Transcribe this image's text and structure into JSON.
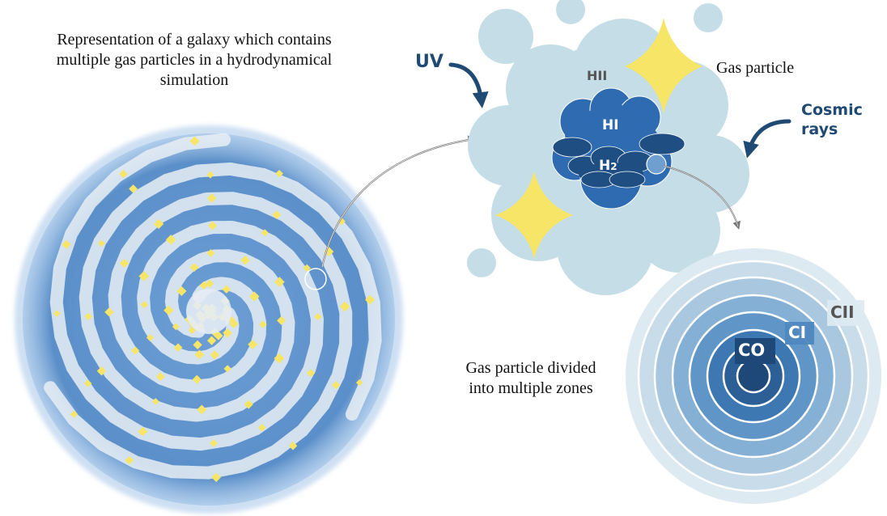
{
  "galaxy": {
    "caption": "Representation of a galaxy which contains multiple gas particles in a hydrodynamical simulation"
  },
  "gas_particle": {
    "caption": "Gas particle",
    "labels": {
      "hii": "HII",
      "hi": "HI",
      "h2_main": "H",
      "h2_sub": "2"
    }
  },
  "radiation": {
    "uv": "UV",
    "cosmic_rays_line1": "Cosmic",
    "cosmic_rays_line2": "rays"
  },
  "zones": {
    "caption_line1": "Gas particle divided",
    "caption_line2": "into multiple zones",
    "co": "CO",
    "ci": "CI",
    "cii": "CII"
  },
  "colors": {
    "galaxy_blue": "#5b8fc9",
    "arm_white": "#e8eef5",
    "star_yellow": "#f6e566",
    "cloud_light": "#c5dde6",
    "hi_blue": "#2f6bb0",
    "h2_dark": "#1f4f82",
    "text_dark": "#1f4a73",
    "label_grey": "#555555"
  }
}
